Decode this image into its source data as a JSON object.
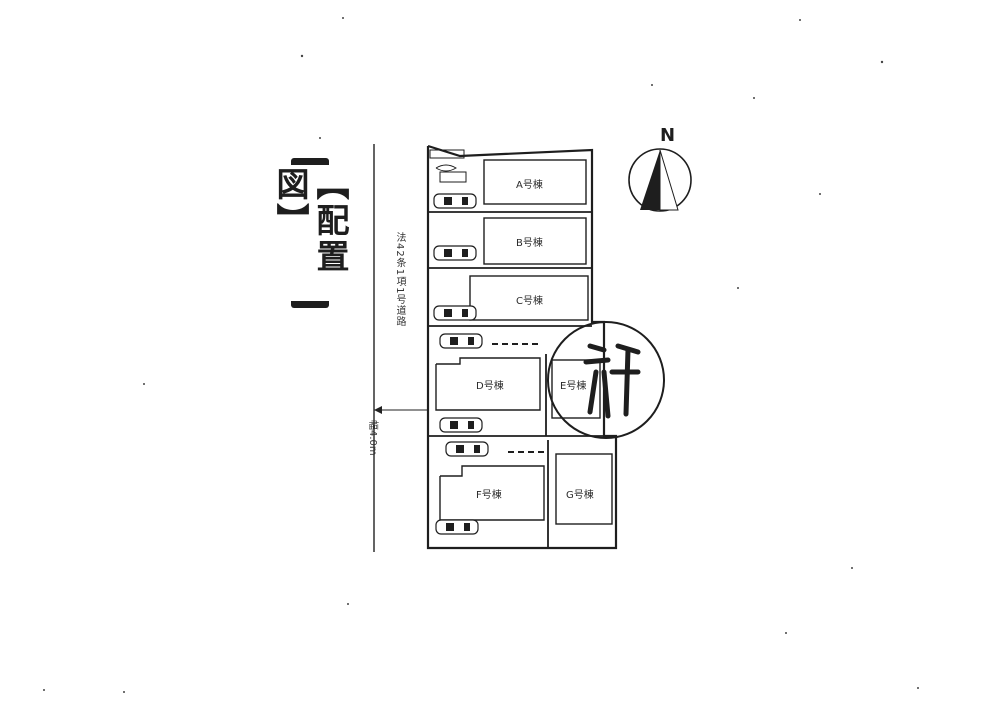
{
  "title": "【配置図】",
  "road": {
    "name": "法42条1項1号道路",
    "width": "幅4.0m"
  },
  "compass": {
    "label": "N"
  },
  "lots": [
    {
      "id": "A",
      "label": "A号棟"
    },
    {
      "id": "B",
      "label": "B号棟"
    },
    {
      "id": "C",
      "label": "C号棟"
    },
    {
      "id": "D",
      "label": "D号棟"
    },
    {
      "id": "E",
      "label": "E号棟"
    },
    {
      "id": "F",
      "label": "F号棟"
    },
    {
      "id": "G",
      "label": "G号棟"
    }
  ],
  "stamp": {
    "text": "新"
  }
}
